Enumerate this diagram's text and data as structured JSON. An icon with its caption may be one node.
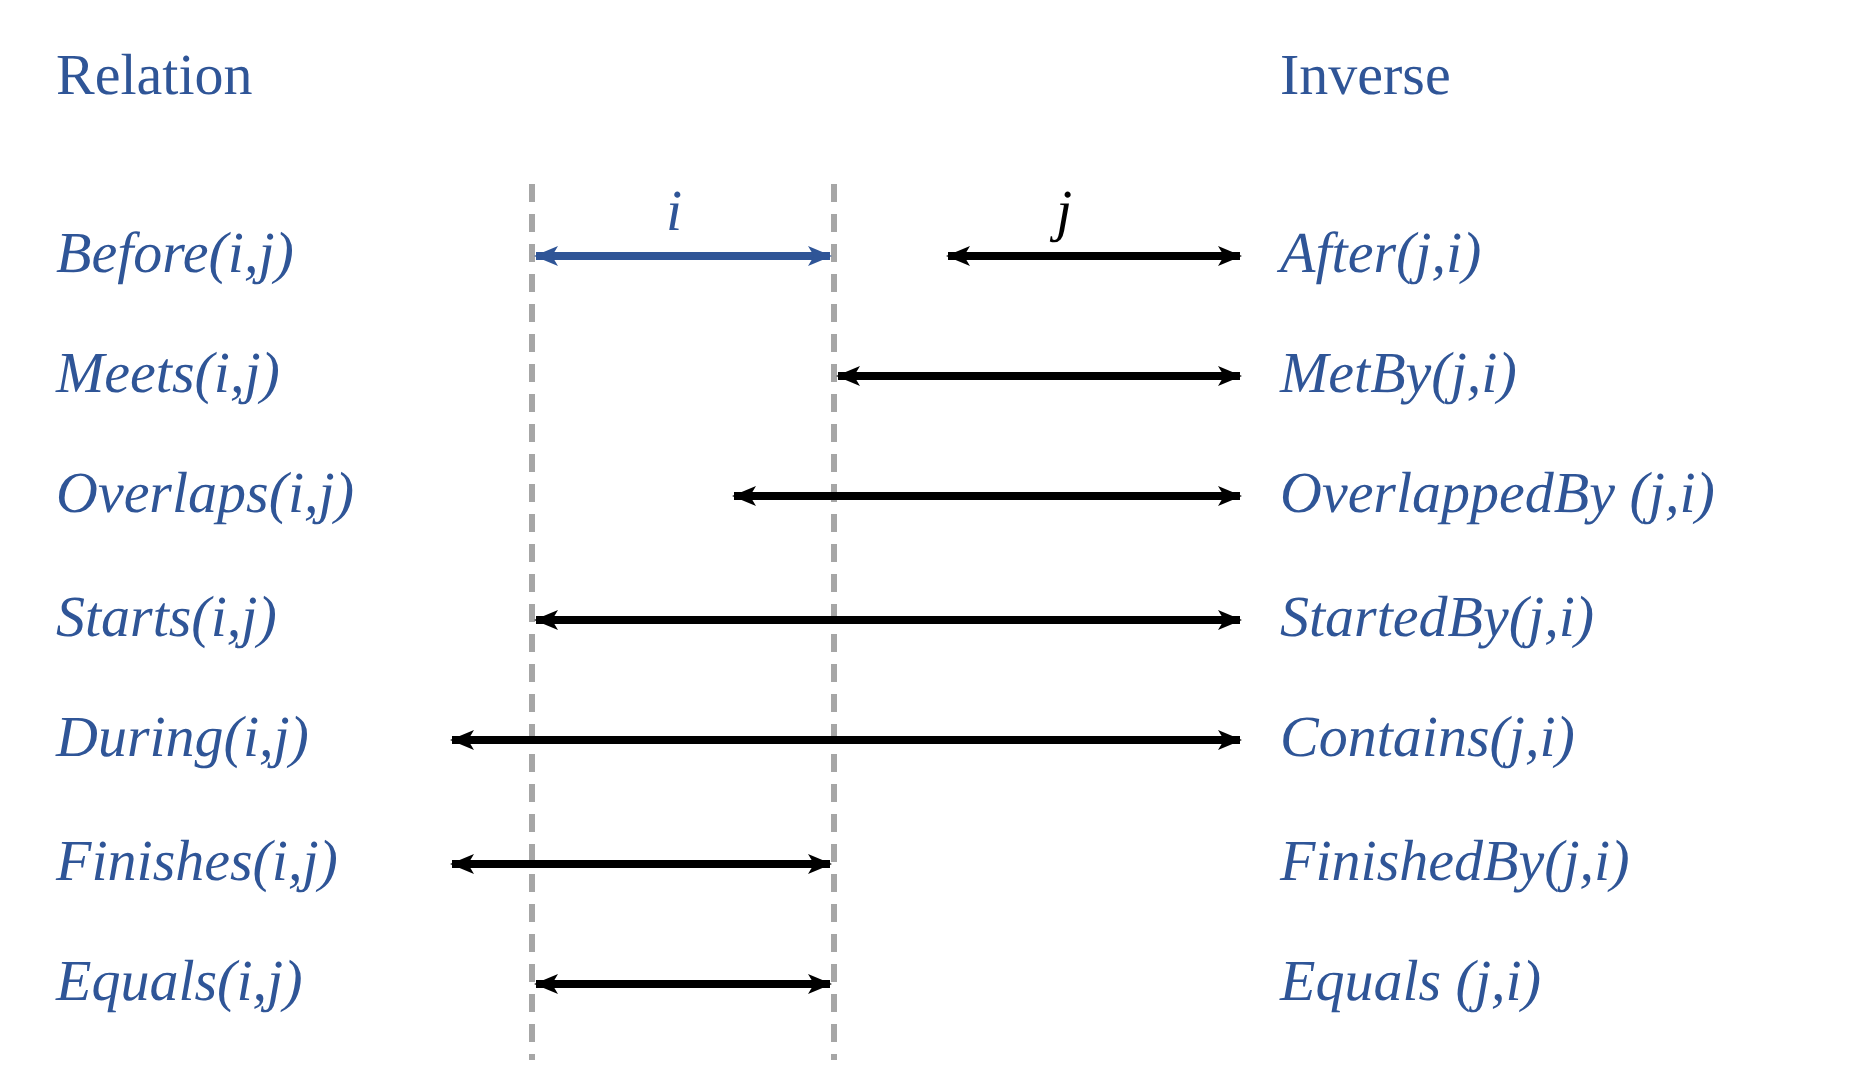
{
  "diagram": {
    "labels": [
      "Relation",
      "Inverse",
      "i",
      "j",
      "Before(i,j)",
      "After(j,i)",
      "Meets(i,j)",
      "MetBy(j,i)",
      "Overlaps(i,j)",
      "OverlappedBy (j,i)",
      "Starts(i,j)",
      "StartedBy(j,i)",
      "During(i,j)",
      "Contains(j,i)",
      "Finishes(i,j)",
      "FinishedBy(j,i)",
      "Equals(i,j)",
      "Equals (j,i)"
    ]
  }
}
